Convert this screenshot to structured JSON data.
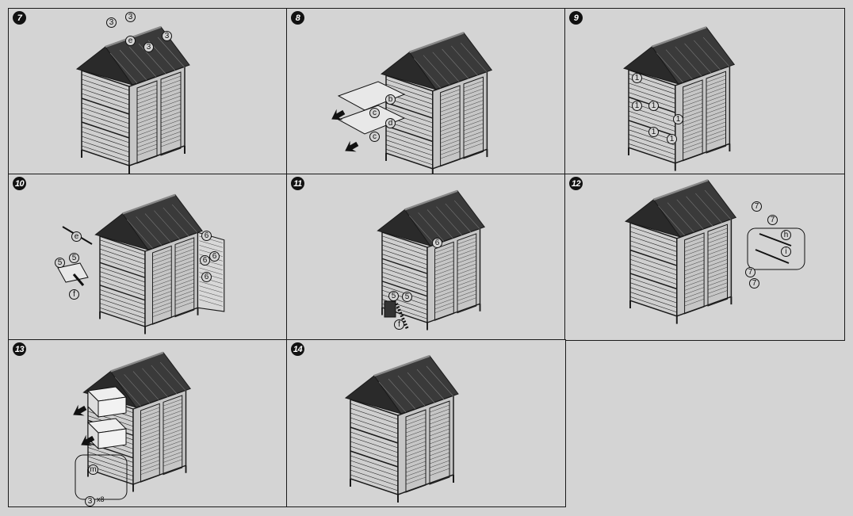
{
  "steps": [
    {
      "number": "7",
      "callouts": [
        "3",
        "3",
        "e",
        "3",
        "3"
      ]
    },
    {
      "number": "8",
      "callouts": [
        "b",
        "c",
        "d",
        "c"
      ]
    },
    {
      "number": "9",
      "callouts": [
        "1",
        "1",
        "1",
        "1",
        "1",
        "1"
      ]
    },
    {
      "number": "10",
      "callouts": [
        "e",
        "5",
        "5",
        "f",
        "6",
        "6",
        "6",
        "6"
      ]
    },
    {
      "number": "11",
      "callouts": [
        "6",
        "5",
        "5",
        "f"
      ]
    },
    {
      "number": "12",
      "callouts": [
        "7",
        "7",
        "h",
        "i",
        "7",
        "7"
      ]
    },
    {
      "number": "13",
      "callouts": [
        "m",
        "3"
      ],
      "note": "x8"
    },
    {
      "number": "14",
      "callouts": []
    }
  ],
  "colors": {
    "background": "#d4d4d4",
    "line": "#1a1a1a",
    "roof": "#2a2a2a"
  }
}
